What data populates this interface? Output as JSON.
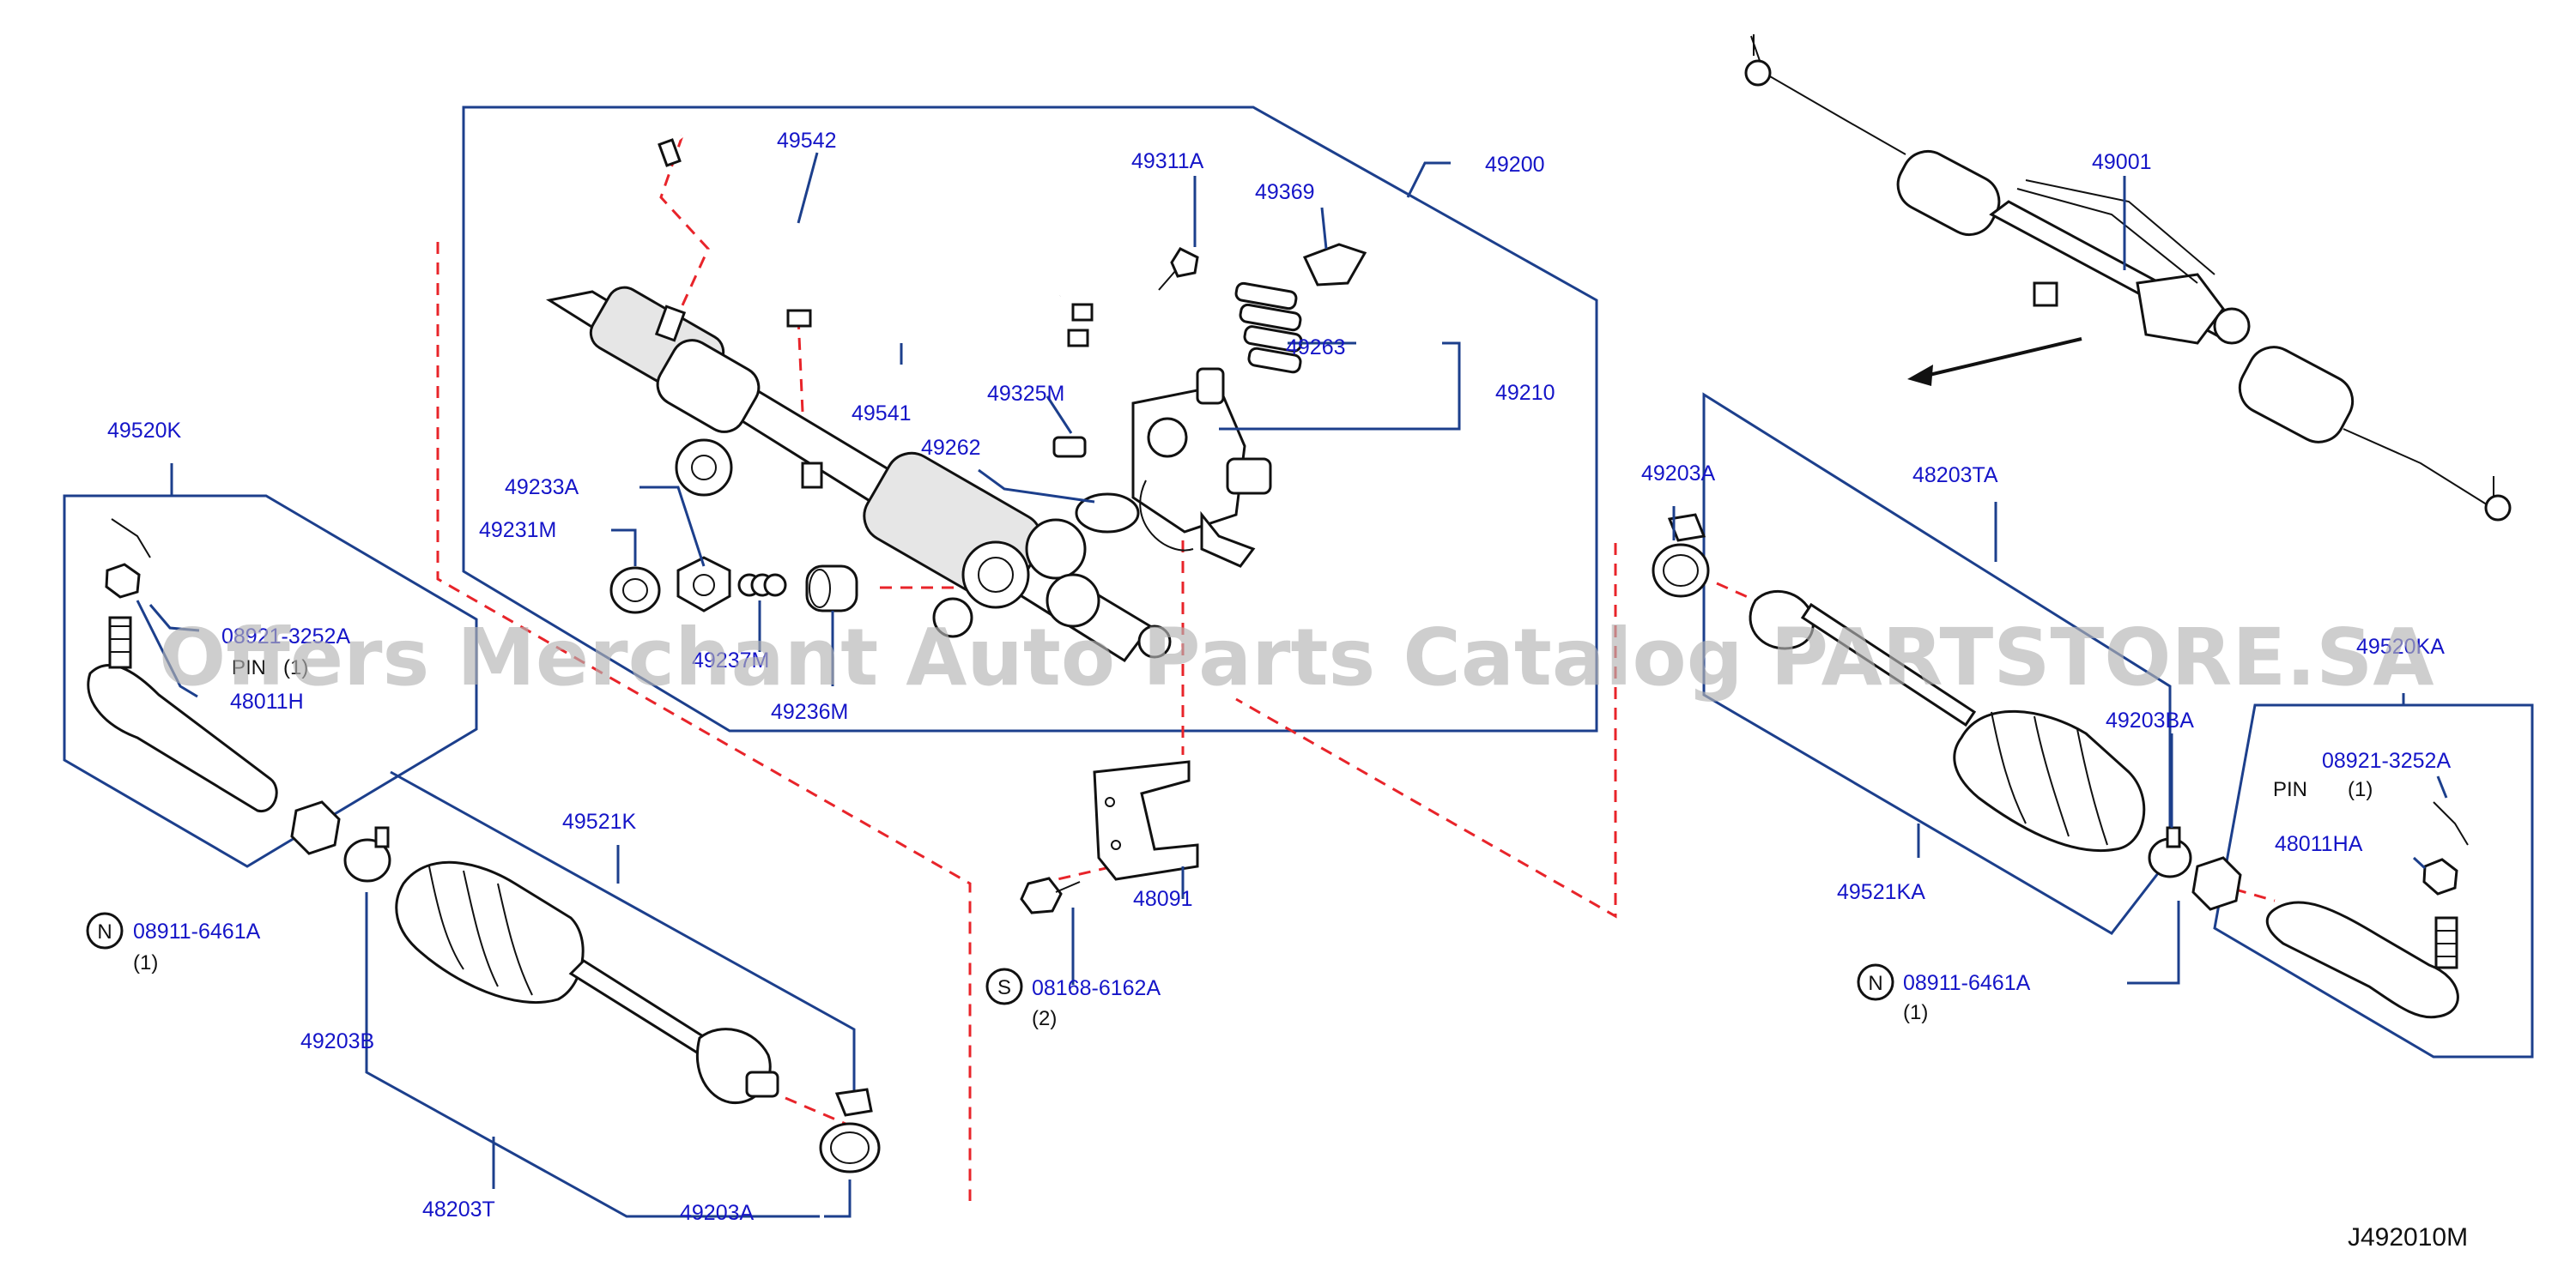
{
  "parts": {
    "p49542": "49542",
    "p49311A": "49311A",
    "p49369": "49369",
    "p49200": "49200",
    "p49001": "49001",
    "p49263": "49263",
    "p49210": "49210",
    "p49541": "49541",
    "p49325M": "49325M",
    "p49262": "49262",
    "p49520K": "49520K",
    "p49233A": "49233A",
    "p49231M": "49231M",
    "p49237M": "49237M",
    "p49236M": "49236M",
    "p08921_3252A_left": "08921-3252A",
    "pin_left": "PIN",
    "qty_pin_left": "(1)",
    "p48011H": "48011H",
    "p49203A_right_top": "49203A",
    "p48203TA": "48203TA",
    "p49203BA": "49203BA",
    "p49520KA": "49520KA",
    "p08921_3252A_right": "08921-3252A",
    "pin_right": "PIN",
    "qty_pin_right": "(1)",
    "p48011HA": "48011HA",
    "p49521K": "49521K",
    "p49521KA": "49521KA",
    "p48091": "48091",
    "p08911_6461A_left": "08911-6461A",
    "qty_nut_left": "(1)",
    "p08168_6162A": "08168-6162A",
    "qty_bolt": "(2)",
    "p08911_6461A_right": "08911-6461A",
    "qty_nut_right": "(1)",
    "p49203B": "49203B",
    "p48203T": "48203T",
    "p49203A_bottom": "49203A"
  },
  "symbols": {
    "n_left": "N",
    "s_bolt": "S",
    "n_right": "N"
  },
  "diagram_code": "J492010M",
  "watermark": "Offers Merchant Auto Parts Catalog PARTSTORE.SA",
  "colors": {
    "label": "#1515c8",
    "leader": "#1c3f8c",
    "dashed": "#e8242a"
  }
}
